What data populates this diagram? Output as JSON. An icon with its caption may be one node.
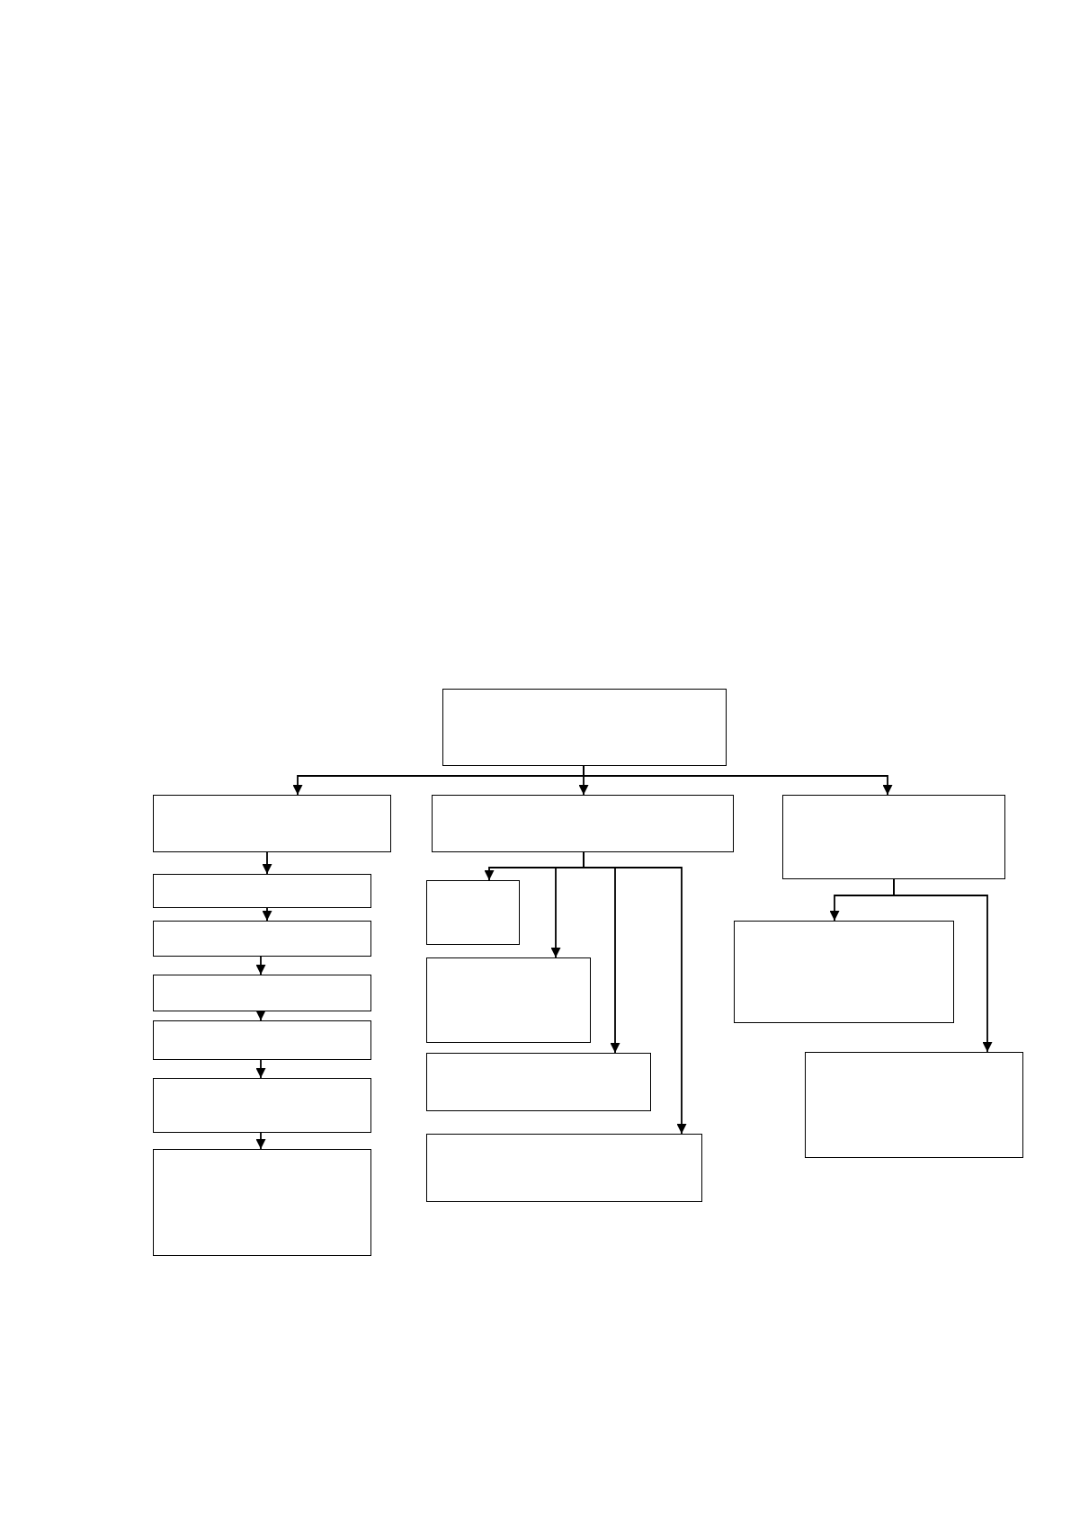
{
  "diagram": {
    "nodes": [
      {
        "text": [],
        "shape": "box"
      },
      {
        "text": [],
        "shape": "box"
      },
      {
        "text": [],
        "shape": "box"
      },
      {
        "text": [],
        "shape": "box"
      },
      {
        "text": [],
        "shape": "box"
      },
      {
        "text": [],
        "shape": "box"
      },
      {
        "text": [],
        "shape": "box"
      },
      {
        "text": [],
        "shape": "box"
      },
      {
        "text": [],
        "shape": "box"
      },
      {
        "text": [],
        "shape": "box"
      },
      {
        "text": [],
        "shape": "box"
      },
      {
        "text": [],
        "shape": "box"
      },
      {
        "text": [],
        "shape": "box"
      },
      {
        "text": [],
        "shape": "box"
      },
      {
        "text": [],
        "shape": "box"
      },
      {
        "text": [],
        "shape": "box"
      }
    ],
    "edges": [
      {
        "from": 0,
        "to": 1,
        "arrow": "to"
      },
      {
        "from": 0,
        "to": 2,
        "arrow": "to"
      },
      {
        "from": 0,
        "to": 3,
        "arrow": "to"
      },
      {
        "from": 1,
        "to": 4,
        "arrow": "to"
      },
      {
        "from": 4,
        "to": 5,
        "arrow": "to"
      },
      {
        "from": 5,
        "to": 6,
        "arrow": "to"
      },
      {
        "from": 6,
        "to": 7,
        "arrow": "to"
      },
      {
        "from": 7,
        "to": 8,
        "arrow": "to"
      },
      {
        "from": 8,
        "to": 9,
        "arrow": "to"
      },
      {
        "from": 2,
        "to": 10,
        "arrow": "to"
      },
      {
        "from": 2,
        "to": 11,
        "arrow": "to"
      },
      {
        "from": 2,
        "to": 12,
        "arrow": "to"
      },
      {
        "from": 2,
        "to": 13,
        "arrow": "to"
      },
      {
        "from": 3,
        "to": 14,
        "arrow": "to"
      },
      {
        "from": 3,
        "to": 15,
        "arrow": "to"
      }
    ]
  }
}
